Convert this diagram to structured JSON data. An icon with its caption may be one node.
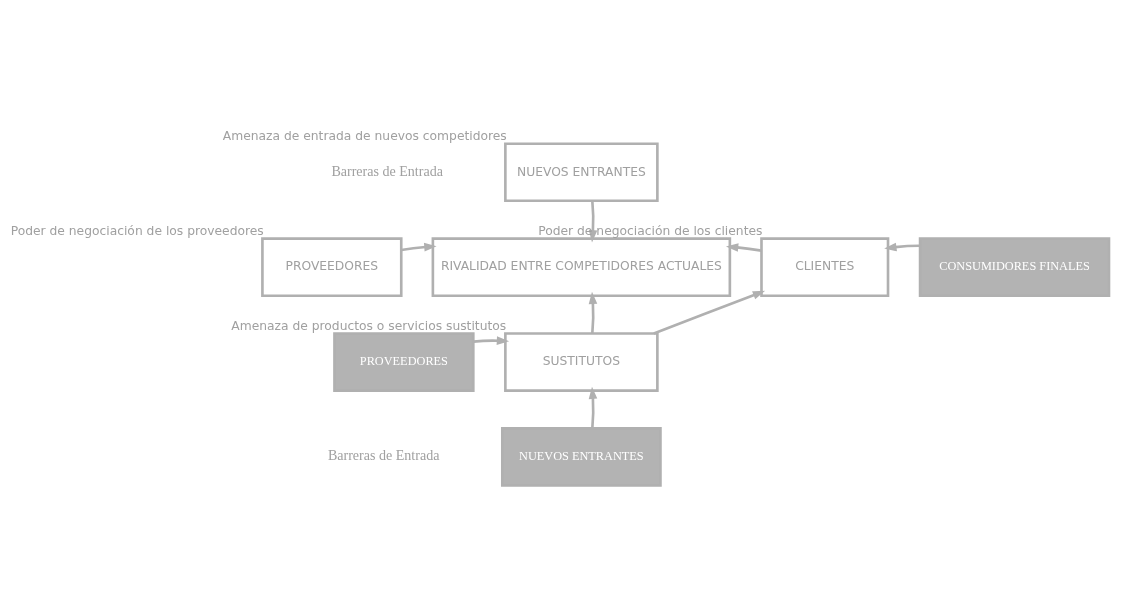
{
  "diagram": {
    "nodes": [
      {
        "text": [
          "NUEVOS ENTRANTES"
        ],
        "beside": [
          "Amenaza de entrada de nuevos competidores"
        ]
      },
      {
        "text": [
          "PROVEEDORES"
        ],
        "beside": [
          "Poder de negociación de los proveedores"
        ]
      },
      {
        "text": [
          "RIVALIDAD ENTRE COMPETIDORES ACTUALES"
        ]
      },
      {
        "text": [
          "CLIENTES"
        ],
        "beside": [
          "Poder de negociación de los clientes"
        ]
      },
      {
        "text": [
          "CONSUMIDORES FINALES"
        ]
      },
      {
        "text": [
          "PROVEEDORES"
        ]
      },
      {
        "text": [
          "SUSTITUTOS"
        ],
        "beside": [
          "Amenaza de productos o servicios sustitutos"
        ]
      },
      {
        "text": [
          "NUEVOS ENTRANTES"
        ]
      }
    ],
    "edges": [
      {
        "from": 0,
        "to": 2,
        "arrow": "to"
      },
      {
        "from": 1,
        "to": 2,
        "arrow": "to"
      },
      {
        "from": 3,
        "to": 2,
        "arrow": "to"
      },
      {
        "from": 4,
        "to": 3,
        "arrow": "to"
      },
      {
        "from": 6,
        "to": 2,
        "arrow": "to"
      },
      {
        "from": 5,
        "to": 6,
        "arrow": "to"
      },
      {
        "from": 6,
        "to": 3,
        "arrow": "to"
      },
      {
        "from": 7,
        "to": 6,
        "arrow": "to"
      }
    ],
    "labels": [
      "Barreras de Entrada",
      "Barreras de Entrada"
    ]
  }
}
